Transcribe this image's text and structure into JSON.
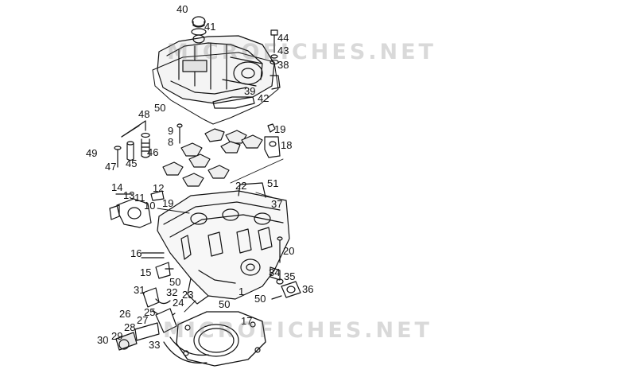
{
  "callouts": [
    "40",
    "41",
    "44",
    "43",
    "38",
    "39",
    "42",
    "50",
    "48",
    "9",
    "8",
    "19",
    "18",
    "49",
    "45",
    "47",
    "46",
    "14",
    "13",
    "12",
    "11",
    "10",
    "19",
    "22",
    "51",
    "37",
    "16",
    "20",
    "15",
    "50",
    "34",
    "35",
    "36",
    "31",
    "32",
    "23",
    "24",
    "50",
    "1",
    "50",
    "26",
    "25",
    "27",
    "28",
    "29",
    "30",
    "17",
    "33"
  ],
  "watermarks": [
    "MICROFICHES.NET",
    "MICROFICHES.NET"
  ]
}
